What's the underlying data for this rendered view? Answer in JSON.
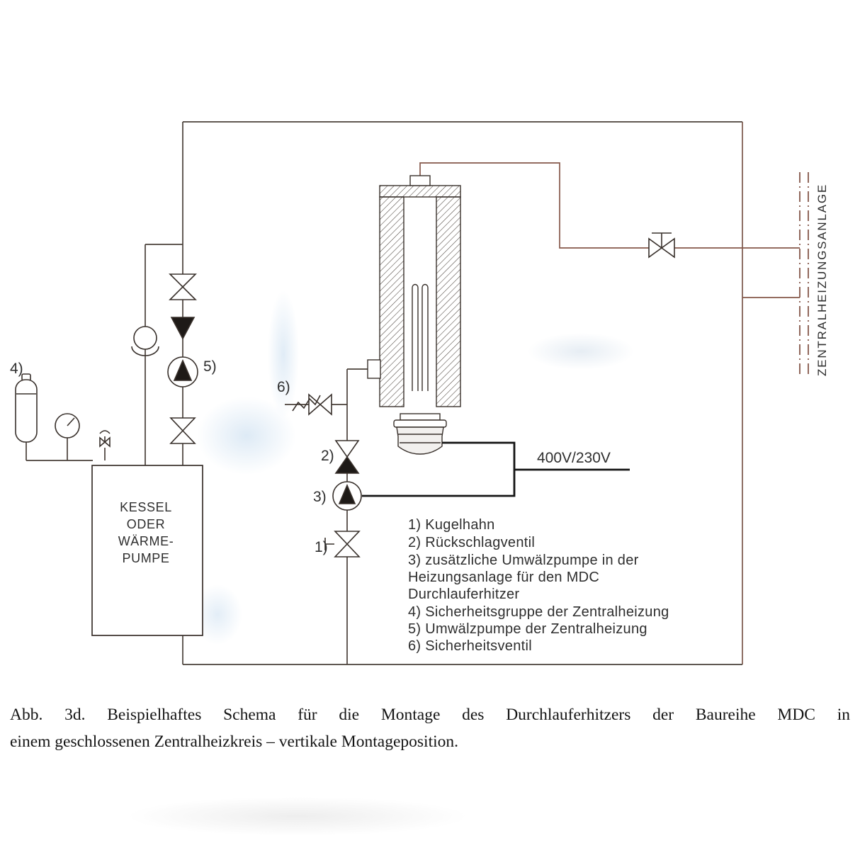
{
  "diagram": {
    "labels": {
      "n1": "1)",
      "n2": "2)",
      "n3": "3)",
      "n4": "4)",
      "n5": "5)",
      "n6": "6)"
    },
    "kessel": {
      "line1": "KESSEL",
      "line2": "ODER",
      "line3": "WÄRME-",
      "line4": "PUMPE"
    },
    "voltage": "400V/230V",
    "central_heating": "ZENTRALHEIZUNGSANLAGE",
    "legend": {
      "items": [
        "1) Kugelhahn",
        "2) Rückschlagventil",
        "3) zusätzliche Umwälzpumpe in der",
        "Heizungsanlage für den MDC",
        "Durchlauferhitzer",
        "4) Sicherheitsgruppe der Zentralheizung",
        "5) Umwälzpumpe der Zentralheizung",
        "6) Sicherheitsventil"
      ]
    }
  },
  "caption": {
    "line1": "Abb. 3d. Beispielhaftes Schema für die Montage des Durchlauferhitzers der Baureihe MDC in",
    "line2": "einem geschlossenen Zentralheizkreis – vertikale Montageposition."
  },
  "colors": {
    "pipe": "#4a413a",
    "pipe_warm": "#85584a",
    "symbol": "#38302b",
    "electric": "#151515",
    "text": "#2e2e2e"
  }
}
